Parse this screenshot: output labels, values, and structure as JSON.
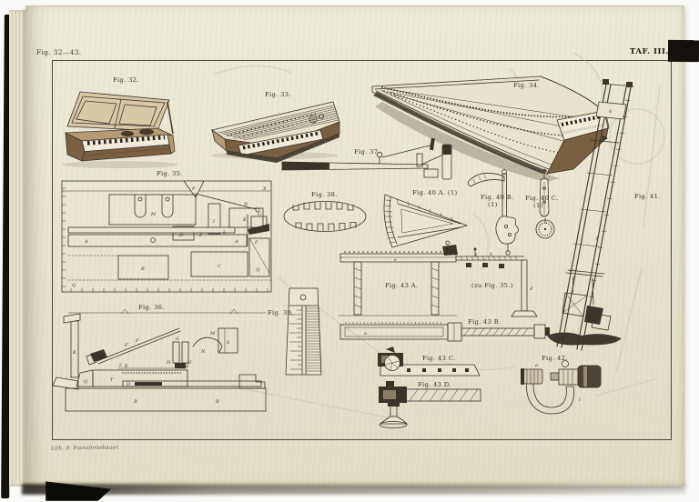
{
  "page": {
    "figure_range": "Fig. 32—43.",
    "plate_label": "TAF. III.",
    "imprint": "Lith. d. Pianofortebauer."
  },
  "labels": {
    "fig32": "Fig. 32.",
    "fig33": "Fig. 33.",
    "fig34": "Fig. 34.",
    "fig35": "Fig. 35.",
    "fig36": "Fig. 36.",
    "fig37": "Fig. 37.",
    "fig38": "Fig. 38.",
    "fig39": "Fig. 39.",
    "fig40a": "Fig. 40 A. (1)",
    "fig40b": "Fig. 40 B.",
    "fig40b_sub": "(1)",
    "fig40c": "Fig. 40 C.",
    "fig40c_sub": "(1)",
    "fig41": "Fig. 41.",
    "fig42": "Fig. 42.",
    "fig43a": "Fig. 43 A.",
    "note43a": "(zu Fig. 35.)",
    "fig43b": "Fig. 43 B.",
    "fig43c": "Fig. 43 C.",
    "fig43d": "Fig. 43 D."
  },
  "letters": {
    "A": "A",
    "B": "B",
    "C": "C",
    "D": "D",
    "E": "E",
    "F": "F",
    "G": "G",
    "H": "H",
    "I": "I",
    "K": "K",
    "L": "L",
    "M": "M",
    "N": "N",
    "P": "P",
    "Q": "Q",
    "S": "S",
    "T": "T",
    "X": "X",
    "a": "a",
    "b": "b",
    "d": "d",
    "e": "e",
    "f": "f",
    "g": "g",
    "h": "h",
    "l": "l"
  },
  "colors": {
    "paper": "#e9e4d1",
    "ink": "#3a342b",
    "plate_tab": "#14110c",
    "photo_bg": "#fafaf8"
  }
}
